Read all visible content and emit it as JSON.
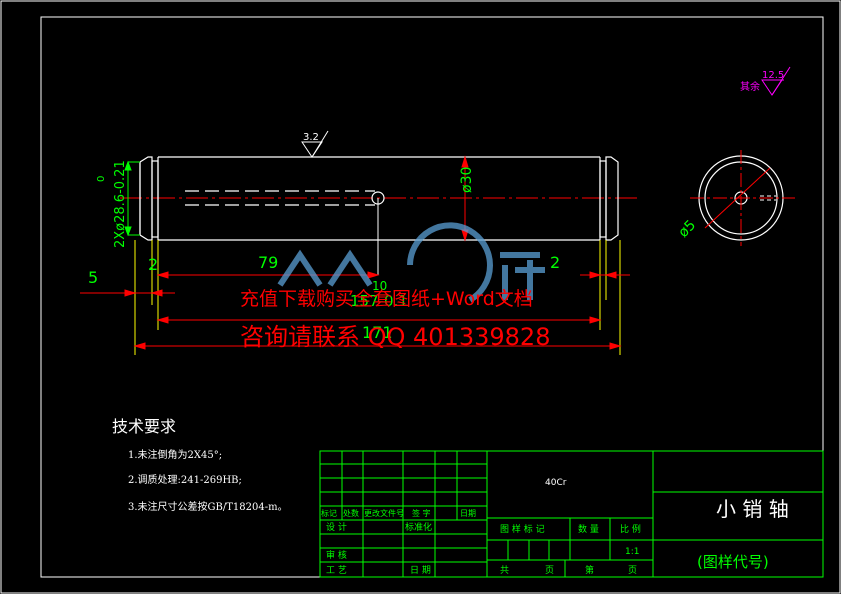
{
  "part_name": "小 销 轴",
  "drawing_code": "(图样代号)",
  "material": "40Cr",
  "scale": "1:1",
  "notes": {
    "title": "技术要求",
    "items": [
      "1.未注倒角为2X45°;",
      "2.调质处理:241-269HB;",
      "3.未注尺寸公差按GB/T18204-m。"
    ]
  },
  "dimensions": {
    "d_79": "79",
    "d_5": "5",
    "d_2_left": "2",
    "d_2_right": "2",
    "d_157": "157-0.1",
    "d_171": "171",
    "d_dia30": "ø30",
    "d_dia5": "ø5",
    "d_groove": "2Xø28.6-0.21",
    "d_groove_top": "0",
    "d_hole": "10"
  },
  "surface_finish": {
    "main": "3.2",
    "other_label": "其余",
    "other": "12.5"
  },
  "watermark": {
    "line1": "充值下载购买全套图纸+Word文档",
    "line2": "咨询请联系 QQ 401339828"
  },
  "title_block": {
    "rev_headers": [
      "标记",
      "处数",
      "更改文件号",
      "签 字",
      "日期"
    ],
    "designer": "设 计",
    "standardize": "标准化",
    "check": "审 核",
    "process": "工 艺",
    "date": "日 期",
    "drawing_mark": "图 样 标 记",
    "qty": "数 量",
    "scale_label": "比 例",
    "total": "共",
    "page": "页",
    "sheet": "第",
    "page2": "页"
  },
  "colors": {
    "background": "#000000",
    "outline": "#ffffff",
    "dimension": "#ff0000",
    "centerline": "#ff0000",
    "dim_text": "#00ff00",
    "title_block": "#00ff00",
    "surface_mark": "#ff00ff",
    "watermark": "#ff0000",
    "watermark_logo": "#5a9fd4"
  }
}
